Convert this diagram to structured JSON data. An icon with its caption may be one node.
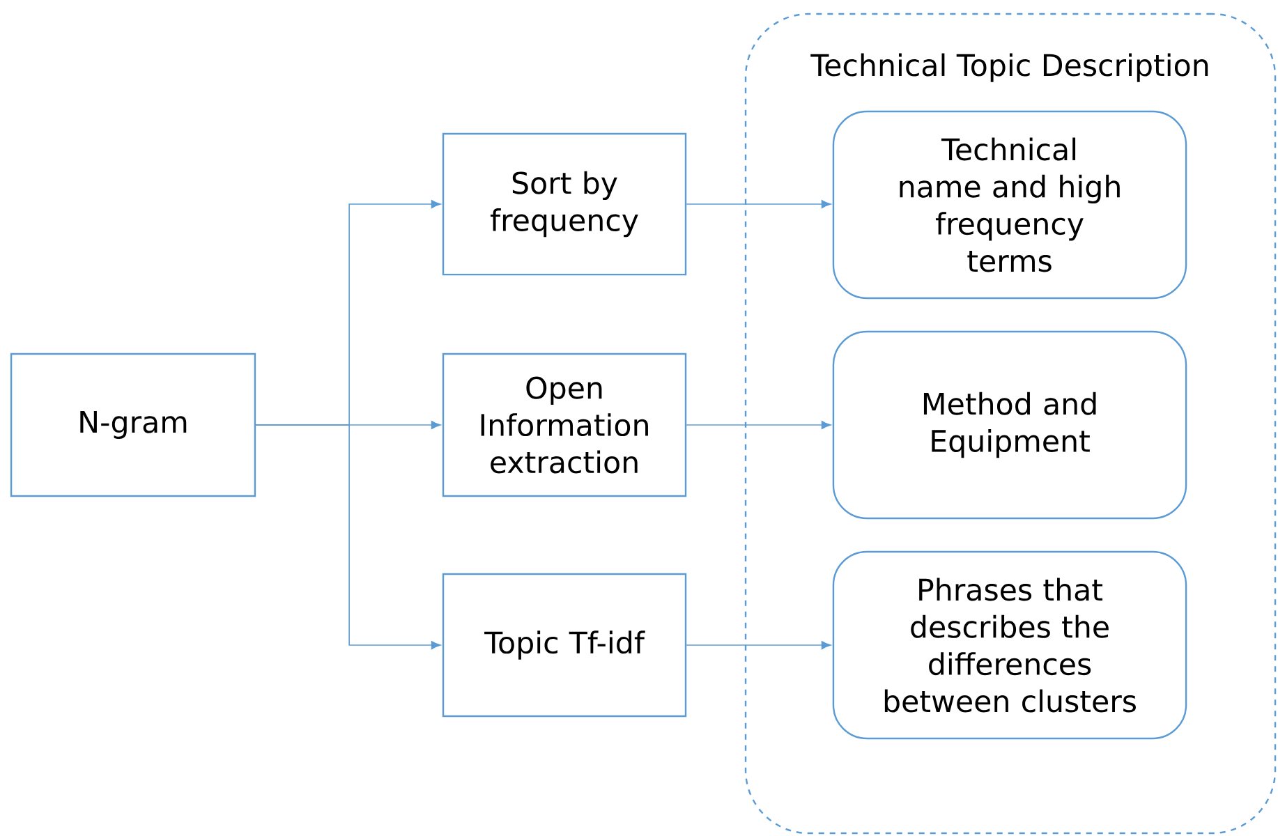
{
  "diagram": {
    "nodes": [
      {
        "text": [
          "N-gram"
        ]
      },
      {
        "text": [
          "Sort by frequency"
        ]
      },
      {
        "text": [
          "Open Information extraction"
        ]
      },
      {
        "text": [
          "Topic Tf-idf"
        ]
      },
      {
        "text": [
          "Technical Topic Description"
        ]
      },
      {
        "text": [
          "Technical name and high frequency terms"
        ],
        "in": 4
      },
      {
        "text": [
          "Method and Equipment"
        ],
        "in": 4
      },
      {
        "text": [
          "Phrases that describes the differences between clusters"
        ],
        "in": 4
      }
    ],
    "edges": [
      {
        "from": 0,
        "to": 1,
        "arrow": "to"
      },
      {
        "from": 0,
        "to": 2,
        "arrow": "to"
      },
      {
        "from": 0,
        "to": 3,
        "arrow": "to"
      },
      {
        "from": 1,
        "to": 5,
        "arrow": "to"
      },
      {
        "from": 2,
        "to": 6,
        "arrow": "to"
      },
      {
        "from": 3,
        "to": 7,
        "arrow": "to"
      }
    ]
  }
}
